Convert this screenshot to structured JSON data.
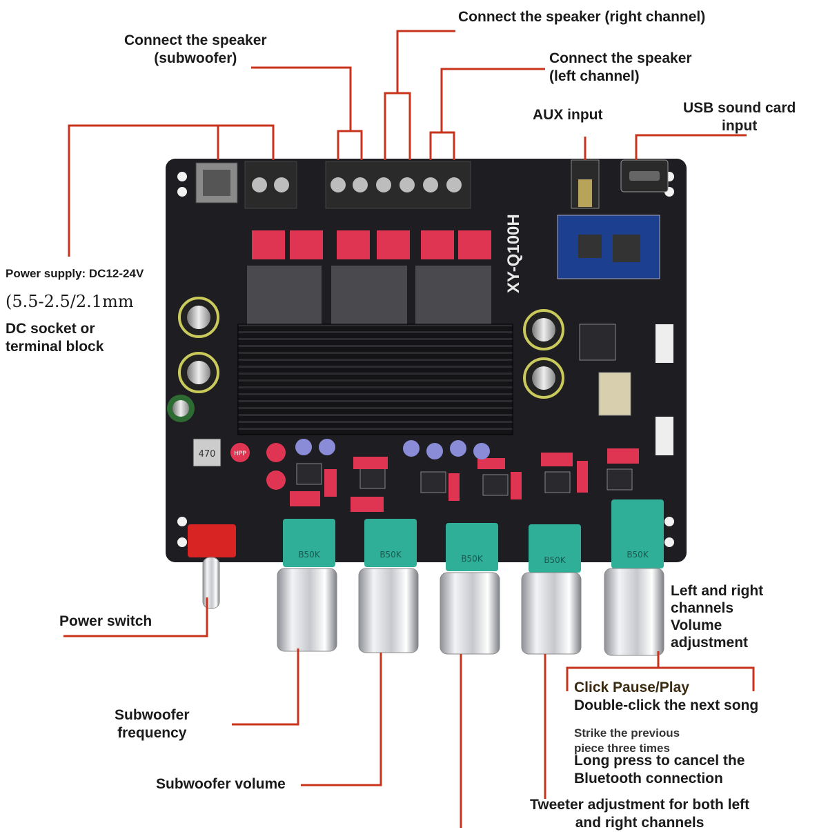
{
  "board": {
    "model": "XY-Q100H",
    "cap_label": "470",
    "cap_label_2": "HPP",
    "pot_label": "B50K"
  },
  "labels": {
    "right_channel": "Connect the speaker (right channel)",
    "subwoofer_speaker": "Connect the speaker\n(subwoofer)",
    "left_channel": "Connect the speaker\n(left channel)",
    "aux_input": "AUX input",
    "usb_input": "USB sound card\ninput",
    "power_supply": "Power supply: DC12-24V",
    "dc_size": "(5.5-2.5/2.1mm",
    "dc_socket": "DC socket or\nterminal block",
    "power_switch": "Power switch",
    "volume": "Left and right\nchannels\nVolume\nadjustment",
    "click_play": "Click Pause/Play",
    "double_click": "Double-click the next song",
    "strike_previous": "Strike the previous\npiece three times",
    "long_press": "Long press to cancel the\nBluetooth connection",
    "sub_frequency": "Subwoofer\nfrequency",
    "sub_volume": "Subwoofer volume",
    "tweeter": "Tweeter adjustment for both left\nand right channels"
  },
  "colors": {
    "pointer_line": "#c8331c",
    "pcb": "#1d1d22",
    "heatsink": "#121214",
    "terminal": "#2a2a2a",
    "red_component": "#e03552",
    "pot_teal": "#2fae98",
    "knob_silver": "#c9cbd0",
    "switch_red": "#d92424"
  },
  "icons": {
    "screw": "screw-icon",
    "bluetooth_module": "bluetooth-module-icon",
    "capacitor": "capacitor-icon"
  }
}
